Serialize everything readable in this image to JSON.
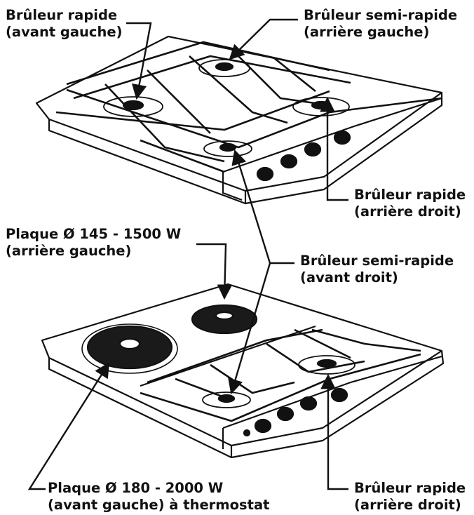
{
  "labels": {
    "top_front_left": {
      "line1": "Brûleur rapide",
      "line2": "(avant gauche)"
    },
    "top_rear_left": {
      "line1": "Brûleur semi-rapide",
      "line2": "(arrière gauche)"
    },
    "top_rear_right": {
      "line1": "Brûleur rapide",
      "line2": "(arrière droit)"
    },
    "plate_145": {
      "line1": "Plaque Ø 145 - 1500 W",
      "line2": "(arrière gauche)"
    },
    "semi_front_right": {
      "line1": "Brûleur semi-rapide",
      "line2": "(avant droit)"
    },
    "plate_180": {
      "line1": "Plaque Ø 180 - 2000 W",
      "line2": "(avant gauche) à thermostat"
    },
    "bottom_rear_right": {
      "line1": "Brûleur rapide",
      "line2": "(arrière droit)"
    }
  },
  "colors": {
    "ink": "#111111",
    "paper": "#ffffff",
    "plate": "#1a1a1a"
  }
}
